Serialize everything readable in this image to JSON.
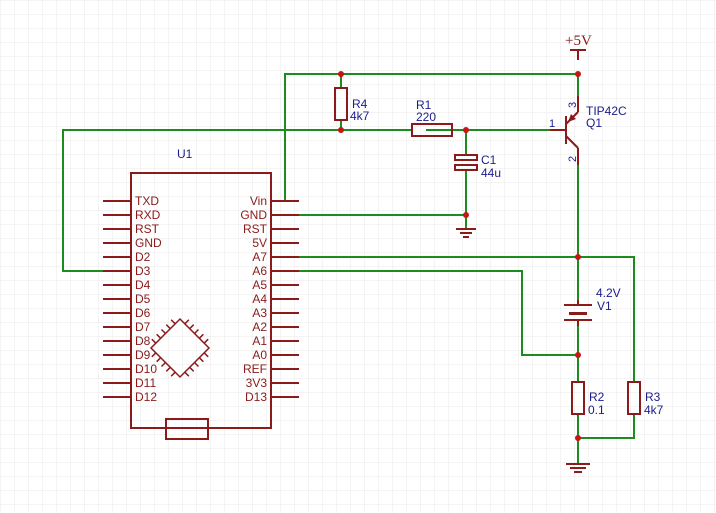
{
  "colors": {
    "wire": "#1c8c1c",
    "part": "#8b1a1a",
    "label": "#1c1c8c",
    "junction": "#c81414",
    "grid": "#e8e8e8"
  },
  "supply": {
    "label": "+5V"
  },
  "u1": {
    "ref": "U1",
    "left_pins": [
      "TXD",
      "RXD",
      "RST",
      "GND",
      "D2",
      "D3",
      "D4",
      "D5",
      "D6",
      "D7",
      "D8",
      "D9",
      "D10",
      "D11",
      "D12"
    ],
    "right_pins": [
      "Vin",
      "GND",
      "RST",
      "5V",
      "A7",
      "A6",
      "A5",
      "A4",
      "A3",
      "A2",
      "A1",
      "A0",
      "REF",
      "3V3",
      "D13"
    ]
  },
  "q1": {
    "part": "TIP42C",
    "ref": "Q1",
    "pin_base": "1",
    "pin_emitter": "3",
    "pin_collector": "2"
  },
  "r1": {
    "ref": "R1",
    "value": "220"
  },
  "r2": {
    "ref": "R2",
    "value": "0.1"
  },
  "r3": {
    "ref": "R3",
    "value": "4k7"
  },
  "r4": {
    "ref": "R4",
    "value": "4k7"
  },
  "c1": {
    "ref": "C1",
    "value": "44u"
  },
  "v1": {
    "value": "4.2V",
    "ref": "V1"
  }
}
